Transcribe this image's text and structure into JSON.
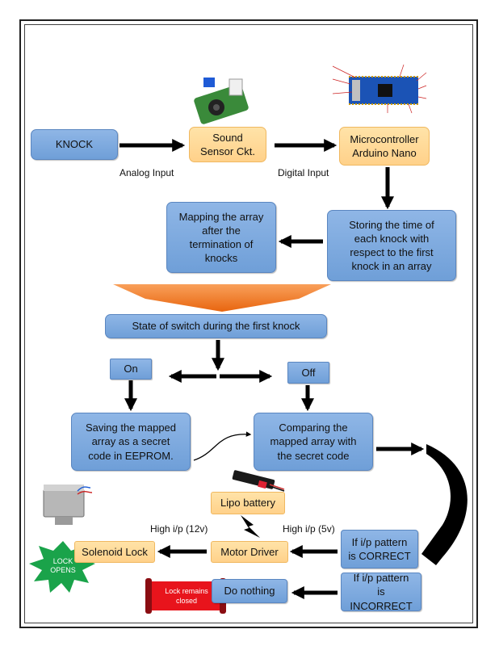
{
  "nodes": {
    "knock": "KNOCK",
    "sound_sensor": "Sound\nSensor Ckt.",
    "microcontroller": "Microcontroller\nArduino Nano",
    "storing": "Storing the time of\neach knock with\nrespect to the first\nknock in an array",
    "mapping": "Mapping the array\nafter the\ntermination of\nknocks",
    "state_switch": "State of switch during the first knock",
    "on": "On",
    "off": "Off",
    "saving": "Saving the mapped\narray as a secret\ncode in EEPROM.",
    "comparing": "Comparing the\nmapped array with\nthe secret code",
    "lipo": "Lipo battery",
    "solenoid": "Solenoid Lock",
    "motor_driver": "Motor Driver",
    "correct": "If i/p pattern\nis CORRECT",
    "incorrect": "If i/p pattern\nis INCORRECT",
    "do_nothing": "Do nothing"
  },
  "edge_labels": {
    "analog_input": "Analog Input",
    "digital_input": "Digital Input",
    "high_12v": "High i/p (12v)",
    "high_5v": "High i/p (5v)"
  },
  "callouts": {
    "lock_opens": "LOCK\nOPENS",
    "lock_remains_closed": "Lock remains\nclosed"
  },
  "colors": {
    "box_blue": "#7ba7dd",
    "box_orange": "#ffd9a0",
    "arrow": "#000000",
    "funnel_arrow": "#f47a1f",
    "burst_green": "#1aa34a",
    "banner_red": "#e8141c"
  }
}
